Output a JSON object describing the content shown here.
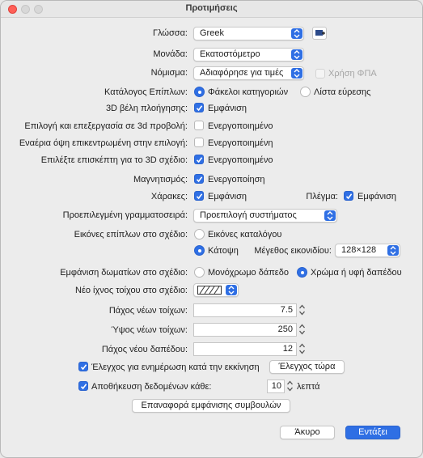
{
  "window": {
    "title": "Προτιμήσεις"
  },
  "language": {
    "label": "Γλώσσα:",
    "value": "Greek"
  },
  "unit": {
    "label": "Μονάδα:",
    "value": "Εκατοστόμετρο"
  },
  "currency": {
    "label": "Νόμισμα:",
    "value": "Αδιαφόρησε για τιμές",
    "vat_label": "Χρήση ΦΠΑ"
  },
  "catalog": {
    "label": "Κατάλογος Επίπλων:",
    "option1": "Φάκελοι κατηγοριών",
    "option2": "Λίστα εύρεσης"
  },
  "arrows3d": {
    "label": "3D βέλη πλοήγησης:",
    "value": "Εμφάνιση"
  },
  "edit3d": {
    "label": "Επιλογή και επεξεργασία σε 3d προβολή:",
    "value": "Ενεργοποιημένο"
  },
  "aerial": {
    "label": "Εναέρια όψη επικεντρωμένη στην επιλογή:",
    "value": "Ενεργοποιημένη"
  },
  "visitor": {
    "label": "Επιλέξτε επισκέπτη για το 3D σχέδιο:",
    "value": "Ενεργοποιημένο"
  },
  "magnetism": {
    "label": "Μαγνητισμός:",
    "value": "Ενεργοποίηση"
  },
  "rulers": {
    "label": "Χάρακες:",
    "value": "Εμφάνιση",
    "grid_label": "Πλέγμα:",
    "grid_value": "Εμφάνιση"
  },
  "font": {
    "label": "Προεπιλεγμένη γραμματοσειρά:",
    "value": "Προεπιλογή συστήματος"
  },
  "icons": {
    "label": "Εικόνες επίπλων στο σχέδιο:",
    "option1": "Εικόνες καταλόγου",
    "option2": "Κάτοψη",
    "size_label": "Μέγεθος εικονιδίου:",
    "size_value": "128×128"
  },
  "rooms": {
    "label": "Εμφάνιση δωματίων στο σχέδιο:",
    "option1": "Μονόχρωμο δάπεδο",
    "option2": "Χρώμα ή υφή δαπέδου"
  },
  "wall_pattern": {
    "label": "Νέο ίχνος τοίχου στο σχέδιο:"
  },
  "wall_thickness": {
    "label": "Πάχος νέων τοίχων:",
    "value": "7.5"
  },
  "wall_height": {
    "label": "Ύψος νέων τοίχων:",
    "value": "250"
  },
  "floor_thickness": {
    "label": "Πάχος νέου δαπέδου:",
    "value": "12"
  },
  "updates": {
    "label": "Έλεγχος για ενημέρωση κατά την εκκίνηση",
    "button": "Έλεγχος τώρα"
  },
  "autosave": {
    "label": "Αποθήκευση δεδομένων κάθε:",
    "value": "10",
    "unit": "λεπτά"
  },
  "reset_tips": {
    "button": "Επαναφορά εμφάνισης συμβουλών"
  },
  "footer": {
    "cancel": "Άκυρο",
    "ok": "Εντάξει"
  },
  "colors": {
    "accent": "#2f6fe4",
    "window_bg": "#ececec",
    "close": "#ff5f57"
  }
}
